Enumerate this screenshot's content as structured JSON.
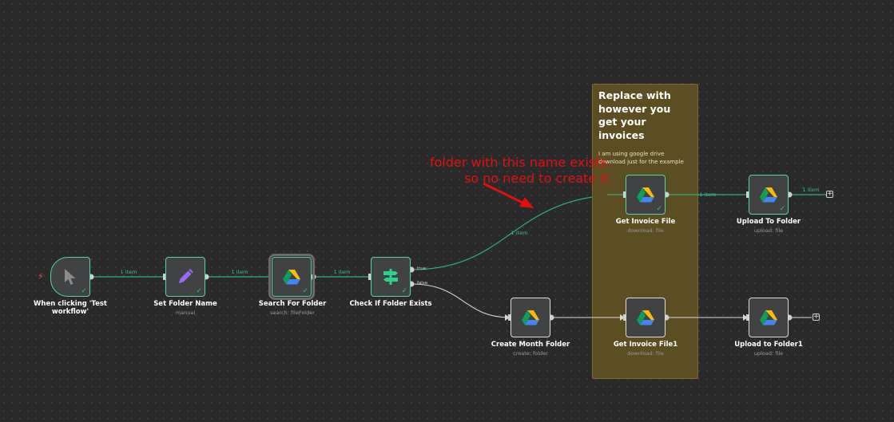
{
  "sticky": {
    "title": "Replace with however you get your invoices",
    "body": "I am using google drive download just for the example"
  },
  "annotation": {
    "line1": "folder with this name exists",
    "line2": "so no need to create it"
  },
  "nodes": {
    "trigger": {
      "label": "When clicking 'Test workflow'",
      "icon": "cursor-icon"
    },
    "set_folder_name": {
      "label": "Set Folder Name",
      "sub": "manual",
      "icon": "pencil-icon"
    },
    "search_for_folder": {
      "label": "Search For Folder",
      "sub": "search: fileFolder",
      "icon": "google-drive-icon"
    },
    "check_if_folder_exists": {
      "label": "Check If Folder Exists",
      "icon": "signpost-icon",
      "ports": {
        "true": "true",
        "false": "false"
      }
    },
    "get_invoice_file": {
      "label": "Get Invoice File",
      "sub": "download: file",
      "icon": "google-drive-icon"
    },
    "upload_to_folder": {
      "label": "Upload To Folder",
      "sub": "upload: file",
      "icon": "google-drive-icon"
    },
    "create_month_folder": {
      "label": "Create Month Folder",
      "sub": "create: folder",
      "icon": "google-drive-icon"
    },
    "get_invoice_file1": {
      "label": "Get Invoice File1",
      "sub": "download: file",
      "icon": "google-drive-icon"
    },
    "upload_to_folder1": {
      "label": "Upload to Folder1",
      "sub": "upload: file",
      "icon": "google-drive-icon"
    }
  },
  "edge_counts": {
    "trigger_to_set": "1 item",
    "set_to_search": "1 item",
    "search_to_check": "1 item",
    "check_true_to_get": "1 item",
    "get_to_upload": "1 item",
    "upload_out": "1 item"
  },
  "colors": {
    "canvas": "#2a2a2a",
    "success_edge": "#2fae7d",
    "default_edge": "#d8d8d8",
    "sticky": "#5c4d22",
    "annotation": "#e01010"
  }
}
